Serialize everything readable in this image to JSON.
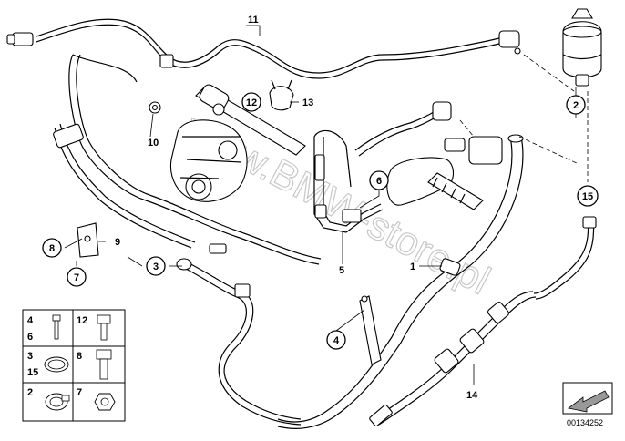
{
  "diagram": {
    "watermark": "www.BMW-store.pl",
    "image_number": "00134252",
    "callouts": {
      "c1": "1",
      "c2": "2",
      "c3": "3",
      "c4": "4",
      "c5": "5",
      "c6": "6",
      "c7": "7",
      "c8": "8",
      "c9": "9",
      "c10": "10",
      "c11": "11",
      "c12": "12",
      "c13": "13",
      "c14": "14",
      "c15": "15"
    },
    "parts_table": {
      "r1a": "4",
      "r1b": "6",
      "r1c": "12",
      "r2a": "3",
      "r2b": "15",
      "r2c": "8",
      "r3a": "2",
      "r3c": "7"
    }
  }
}
